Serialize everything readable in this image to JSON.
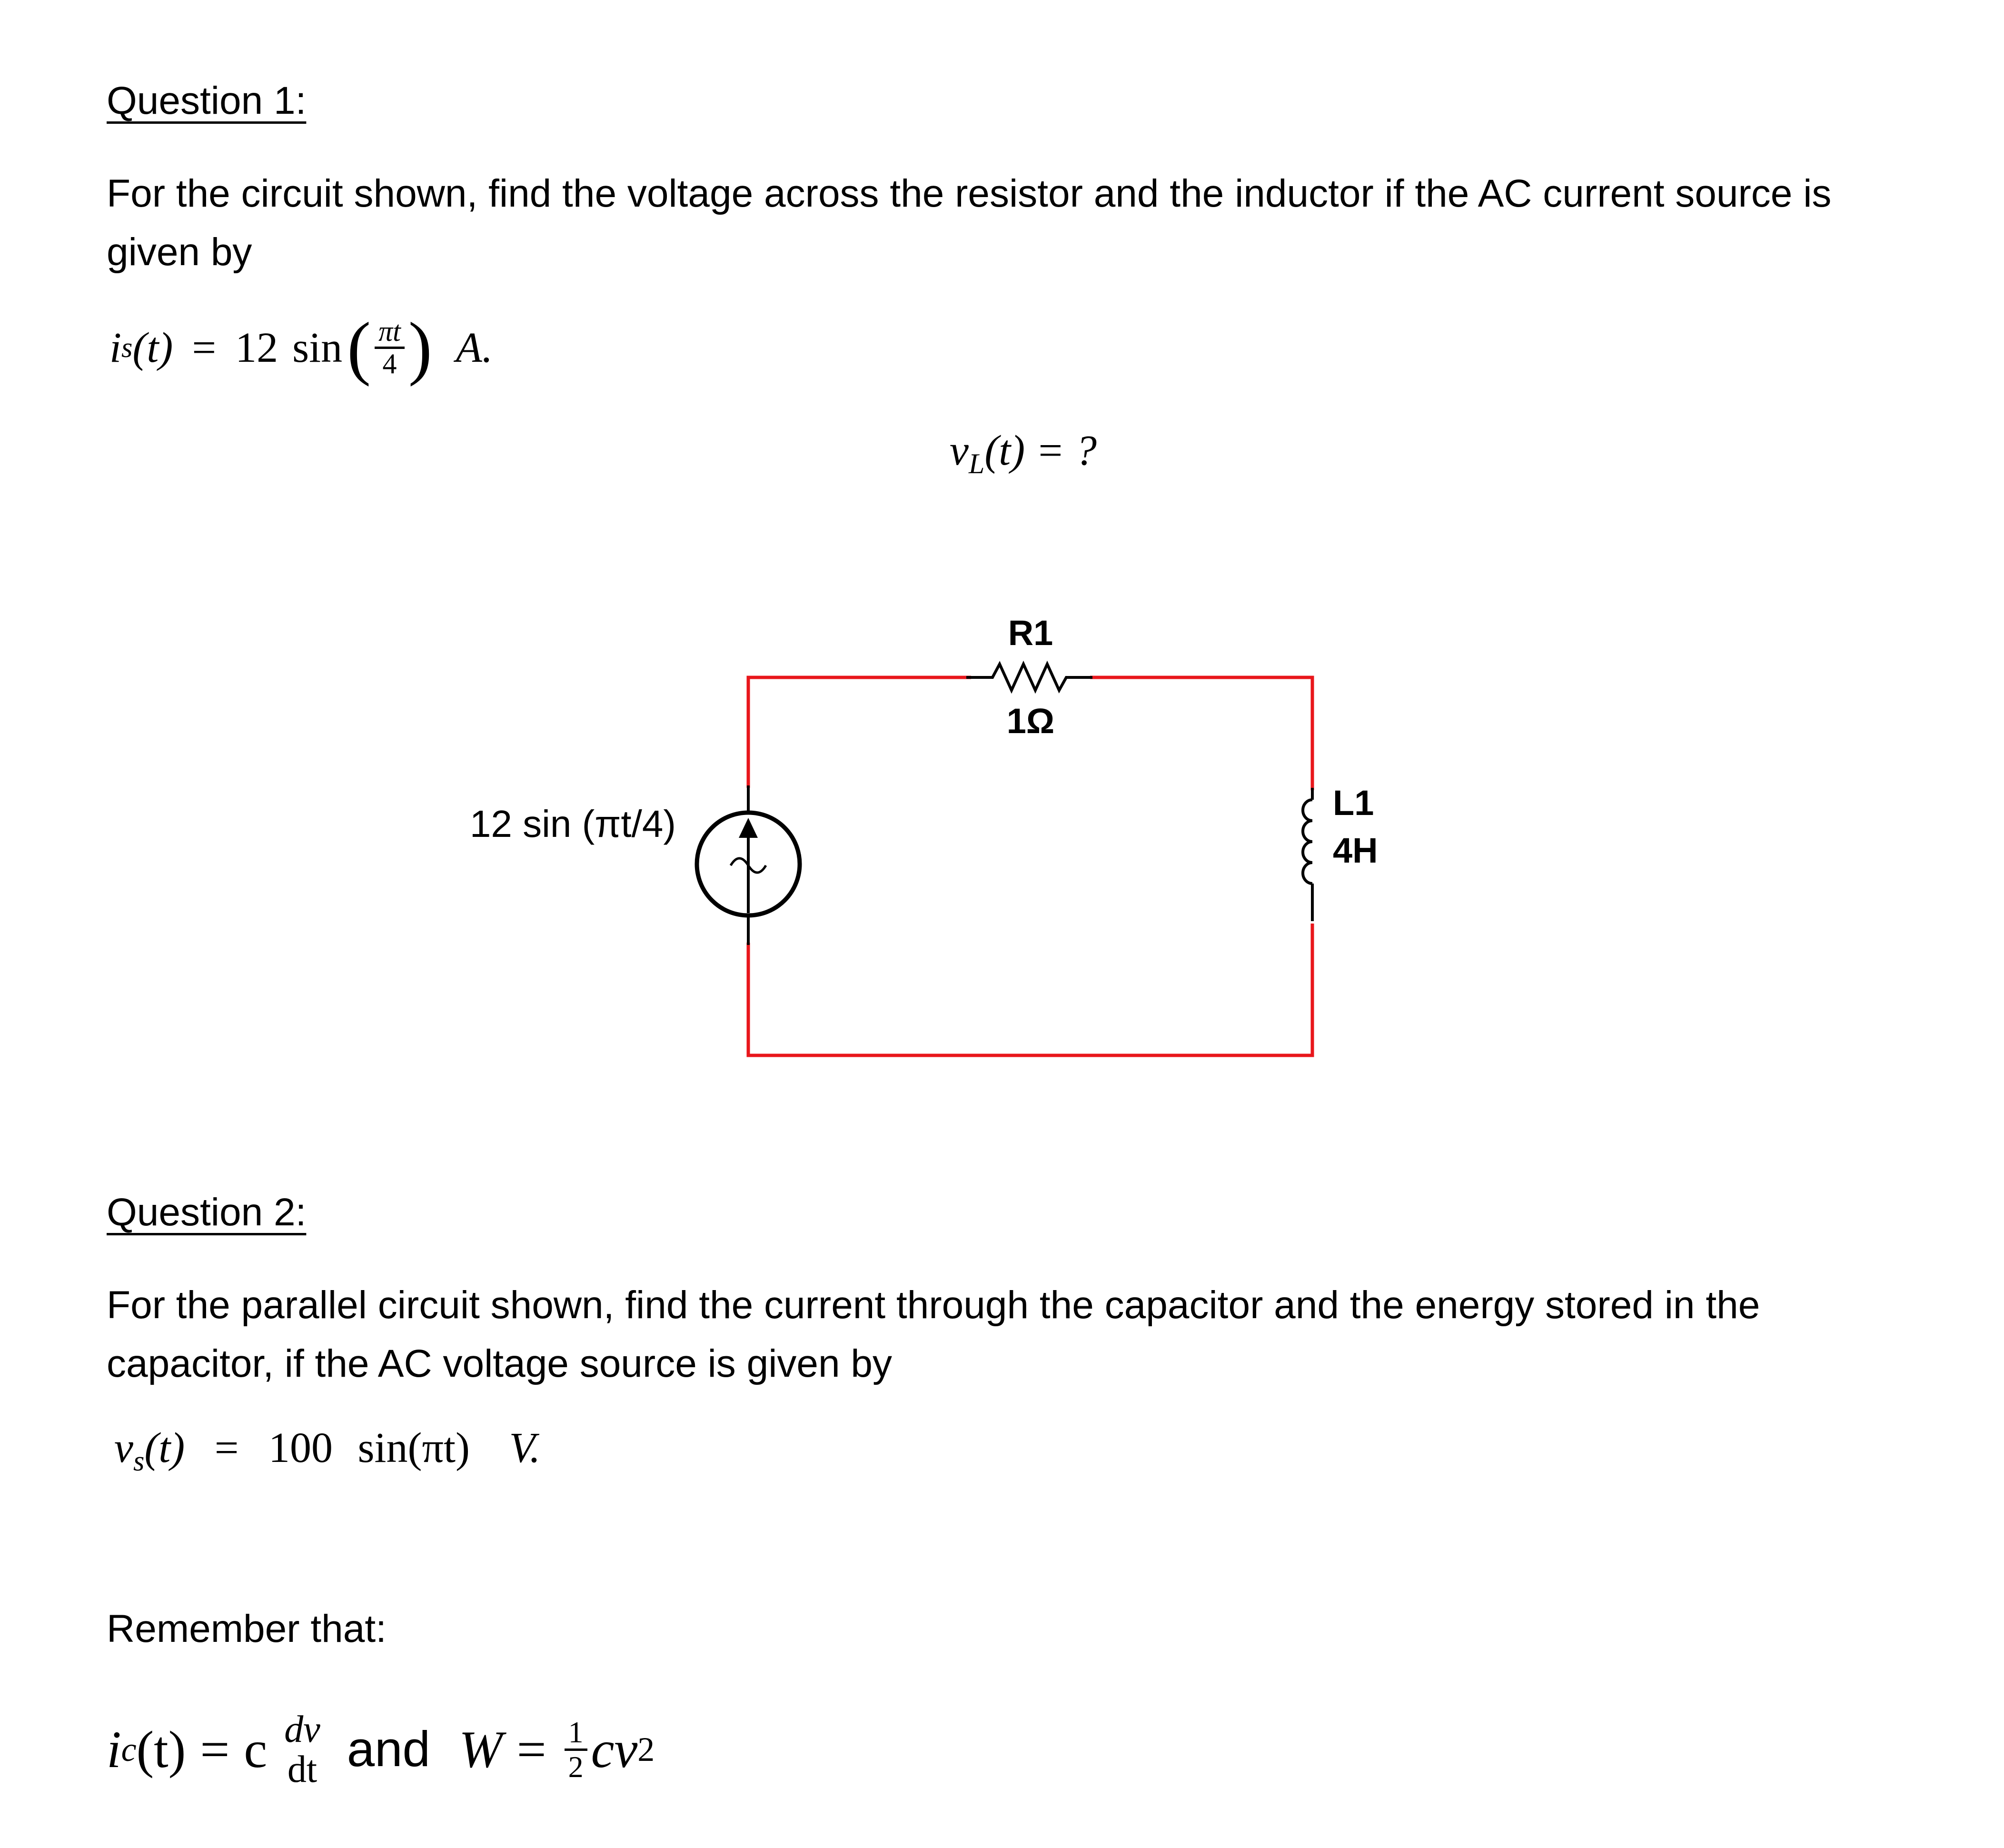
{
  "question1": {
    "heading": "Question 1:",
    "text": "For the circuit shown, find the voltage across the resistor and the inductor if the AC current source is given by",
    "equation": {
      "lhs_var": "i",
      "lhs_sub": "s",
      "lhs_arg": "(t)",
      "equals": "=",
      "coef": "12",
      "func": "sin",
      "frac_num": "πt",
      "frac_den": "4",
      "unit": "A."
    }
  },
  "circuit": {
    "vl_label_var": "v",
    "vl_label_sub": "L",
    "vl_label_rest": "(t) = ?",
    "source_label": "12 sin (πt/4)",
    "resistor_name": "R1",
    "resistor_value": "1Ω",
    "inductor_name": "L1",
    "inductor_value": "4H",
    "wire_color": "#e8161b"
  },
  "question2": {
    "heading": "Question 2:",
    "text": "For the parallel circuit shown, find the current through the capacitor and the energy stored in the capacitor, if the AC voltage source is given by",
    "equation": {
      "lhs_var": "v",
      "lhs_sub": "s",
      "lhs_arg": "(t)",
      "equals": "=",
      "coef": "100",
      "func": "sin(πt)",
      "unit": "V."
    }
  },
  "remember": {
    "label": "Remember that:",
    "ic_var": "i",
    "ic_sub": "c",
    "ic_arg": "(t)",
    "equals": "=",
    "c": "c",
    "dv": "dv",
    "dt": "dt",
    "and": "and",
    "w": "W",
    "half_num": "1",
    "half_den": "2",
    "cv": "cv",
    "exp": "2"
  }
}
